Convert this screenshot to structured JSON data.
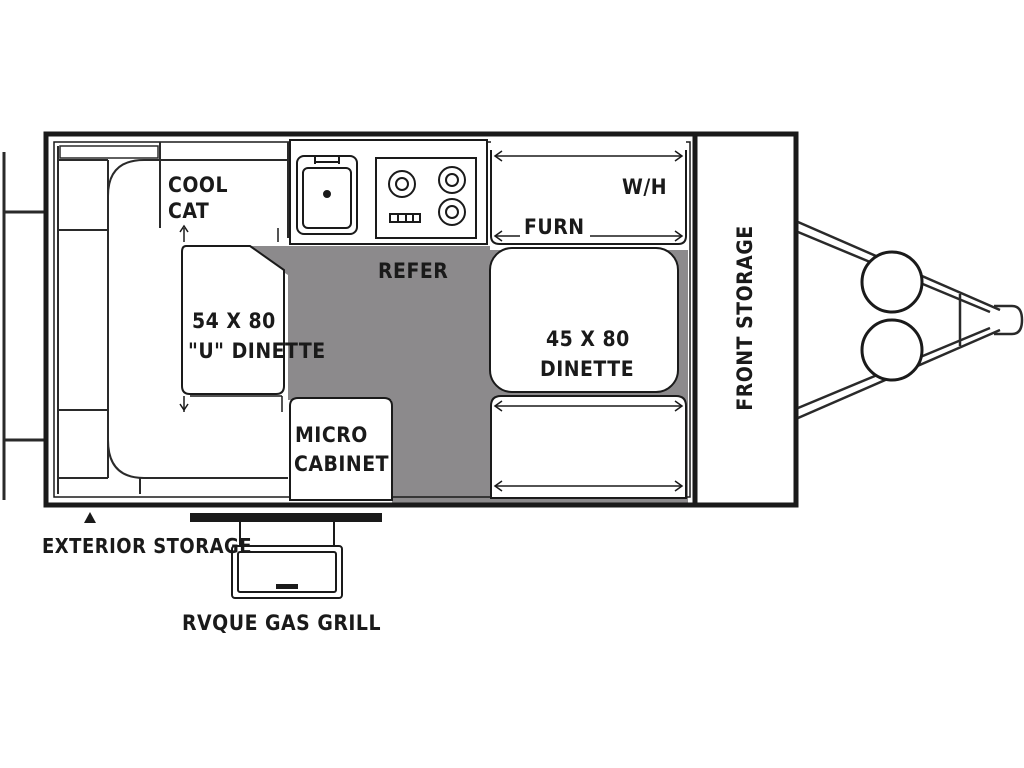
{
  "labels": {
    "cool_cat_1": "COOL",
    "cool_cat_2": "CAT",
    "refer": "REFER",
    "wh": "W/H",
    "furn": "FURN",
    "u_dinette_size": "54 X 80",
    "u_dinette_name": "\"U\" DINETTE",
    "dinette_size": "45 X 80",
    "dinette_name": "DINETTE",
    "front_storage": "FRONT STORAGE",
    "micro_1": "MICRO",
    "micro_2": "CABINET",
    "exterior_storage": "EXTERIOR STORAGE",
    "gas_grill": "RVQUE GAS GRILL"
  },
  "colors": {
    "wall": "#1a1a1a",
    "floor": "#8c8a8c",
    "line": "#2a2a2a"
  }
}
